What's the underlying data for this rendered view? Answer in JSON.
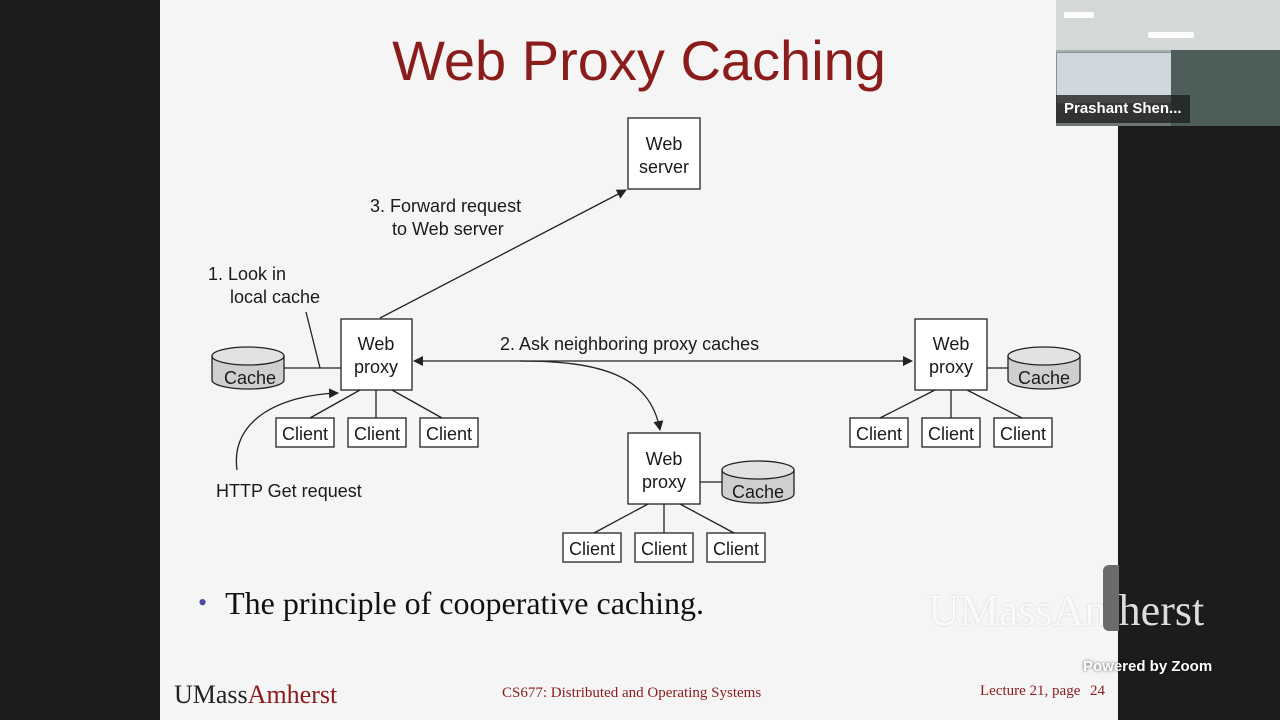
{
  "slide": {
    "title": "Web Proxy Caching",
    "bullet": "The principle of cooperative caching.",
    "footer": {
      "logo_prefix": "UMass",
      "logo_accent": "Amherst",
      "course": "CS677: Distributed and Operating Systems",
      "page": "Lecture 21, page",
      "page_number": "24"
    }
  },
  "diagram": {
    "web_server": [
      "Web",
      "server"
    ],
    "proxy_label": [
      "Web",
      "proxy"
    ],
    "cache_label": "Cache",
    "client_label": "Client",
    "step1": [
      "1. Look in",
      "local cache"
    ],
    "step2": "2. Ask neighboring proxy caches",
    "step3": [
      "3. Forward request",
      "to Web server"
    ],
    "http_get": "HTTP Get request"
  },
  "watermark": "UMassAmherst",
  "zoom": {
    "participant_name": "Prashant Shen...",
    "powered_by": "Powered by Zoom"
  }
}
